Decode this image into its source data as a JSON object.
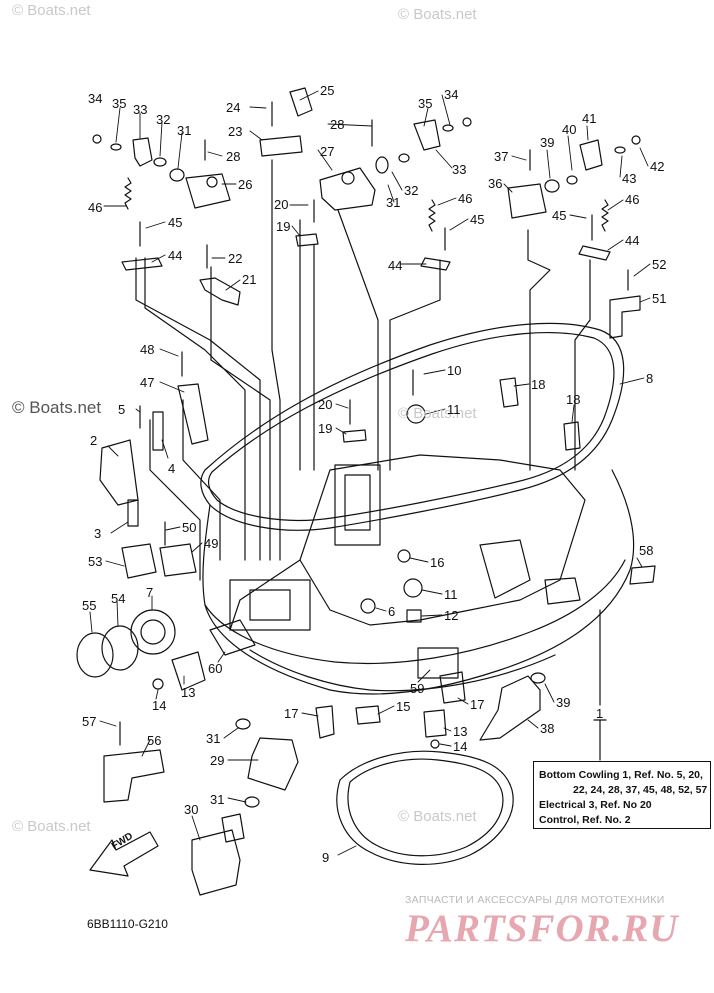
{
  "watermarks": {
    "top_left": "© Boats.net",
    "top_right": "© Boats.net",
    "left_mid": "© Boats.net",
    "mid_center": "© Boats.net",
    "lower_left": "© Boats.net",
    "lower_right": "© Boats.net"
  },
  "callouts": [
    "34",
    "35",
    "33",
    "32",
    "31",
    "26",
    "28",
    "46",
    "45",
    "44",
    "22",
    "21",
    "24",
    "25",
    "23",
    "28",
    "20",
    "19",
    "27",
    "35",
    "34",
    "33",
    "32",
    "31",
    "46",
    "45",
    "44",
    "37",
    "39",
    "40",
    "41",
    "43",
    "42",
    "36",
    "45",
    "46",
    "44",
    "52",
    "51",
    "48",
    "47",
    "5",
    "4",
    "2",
    "3",
    "50",
    "49",
    "53",
    "20",
    "19",
    "10",
    "11",
    "18",
    "18",
    "8",
    "16",
    "11",
    "12",
    "6",
    "7",
    "54",
    "55",
    "60",
    "13",
    "14",
    "59",
    "17",
    "39",
    "38",
    "13",
    "14",
    "17",
    "15",
    "57",
    "56",
    "31",
    "29",
    "31",
    "30",
    "9",
    "58",
    "1"
  ],
  "legend": {
    "line1": "Bottom Cowling 1,   Ref. No.  5, 20,",
    "line2": "22, 24, 28, 37, 45, 48, 52, 57",
    "line3": "Electrical 3,  Ref. No  20",
    "line4": "Control,  Ref. No. 2"
  },
  "fwd_label": "FWD",
  "diagram_code": "6BB1110-G210",
  "brand": {
    "tagline": "ЗАПЧАСТИ И АКСЕССУАРЫ ДЛЯ МОТОТЕХНИКИ",
    "logo": "PARTSFOR.RU"
  }
}
